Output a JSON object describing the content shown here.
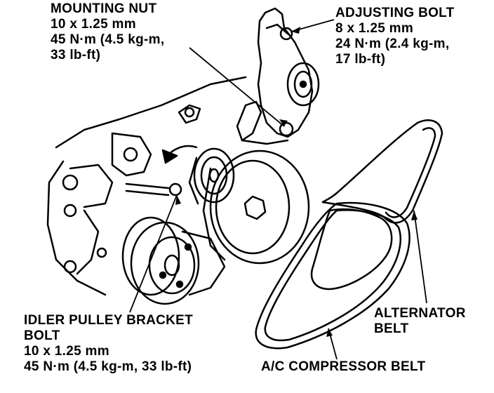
{
  "labels": {
    "mounting_nut": {
      "title": "MOUNTING NUT",
      "size": "10 x 1.25 mm",
      "torque_line1": "45 N·m (4.5 kg-m,",
      "torque_line2": "33 lb-ft)"
    },
    "adjusting_bolt": {
      "title": "ADJUSTING BOLT",
      "size": "8 x 1.25 mm",
      "torque_line1": "24 N·m (2.4 kg-m,",
      "torque_line2": "17 lb-ft)"
    },
    "idler_pulley": {
      "title_line1": "IDLER PULLEY BRACKET",
      "title_line2": "BOLT",
      "size": "10 x 1.25 mm",
      "torque": "45 N·m (4.5 kg-m, 33 lb-ft)"
    },
    "alternator_belt": {
      "line1": "ALTERNATOR",
      "line2": "BELT"
    },
    "ac_belt": {
      "title": "A/C COMPRESSOR BELT"
    }
  }
}
